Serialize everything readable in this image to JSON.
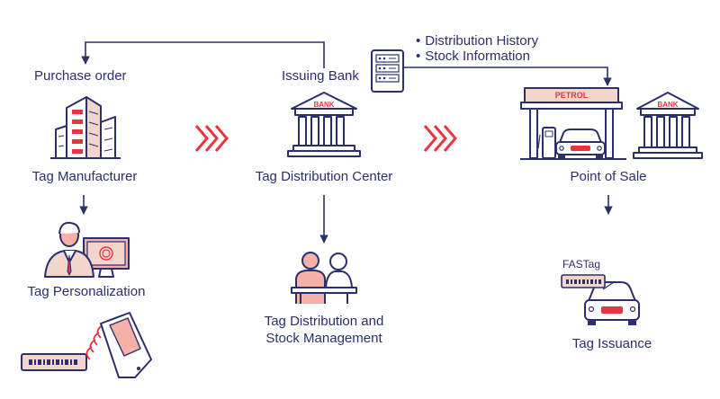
{
  "labels": {
    "purchase_order": "Purchase order",
    "issuing_bank": "Issuing Bank",
    "tag_manufacturer": "Tag Manufacturer",
    "tag_distribution_center": "Tag Distribution Center",
    "point_of_sale": "Point of Sale",
    "tag_personalization": "Tag Personalization",
    "tag_distribution_and_stock_line1": "Tag Distribution and",
    "tag_distribution_and_stock_line2": "Stock Management",
    "tag_issuance": "Tag Issuance",
    "fastag": "FASTag"
  },
  "info_bullets": [
    "Distribution History",
    "Stock Information"
  ],
  "signs": {
    "bank": "BANK",
    "petrol": "PETROL"
  },
  "colors": {
    "navy": "#2b2f6b",
    "red": "#e8353f",
    "pink": "#f7b0a8",
    "light": "#f2d6cd"
  }
}
